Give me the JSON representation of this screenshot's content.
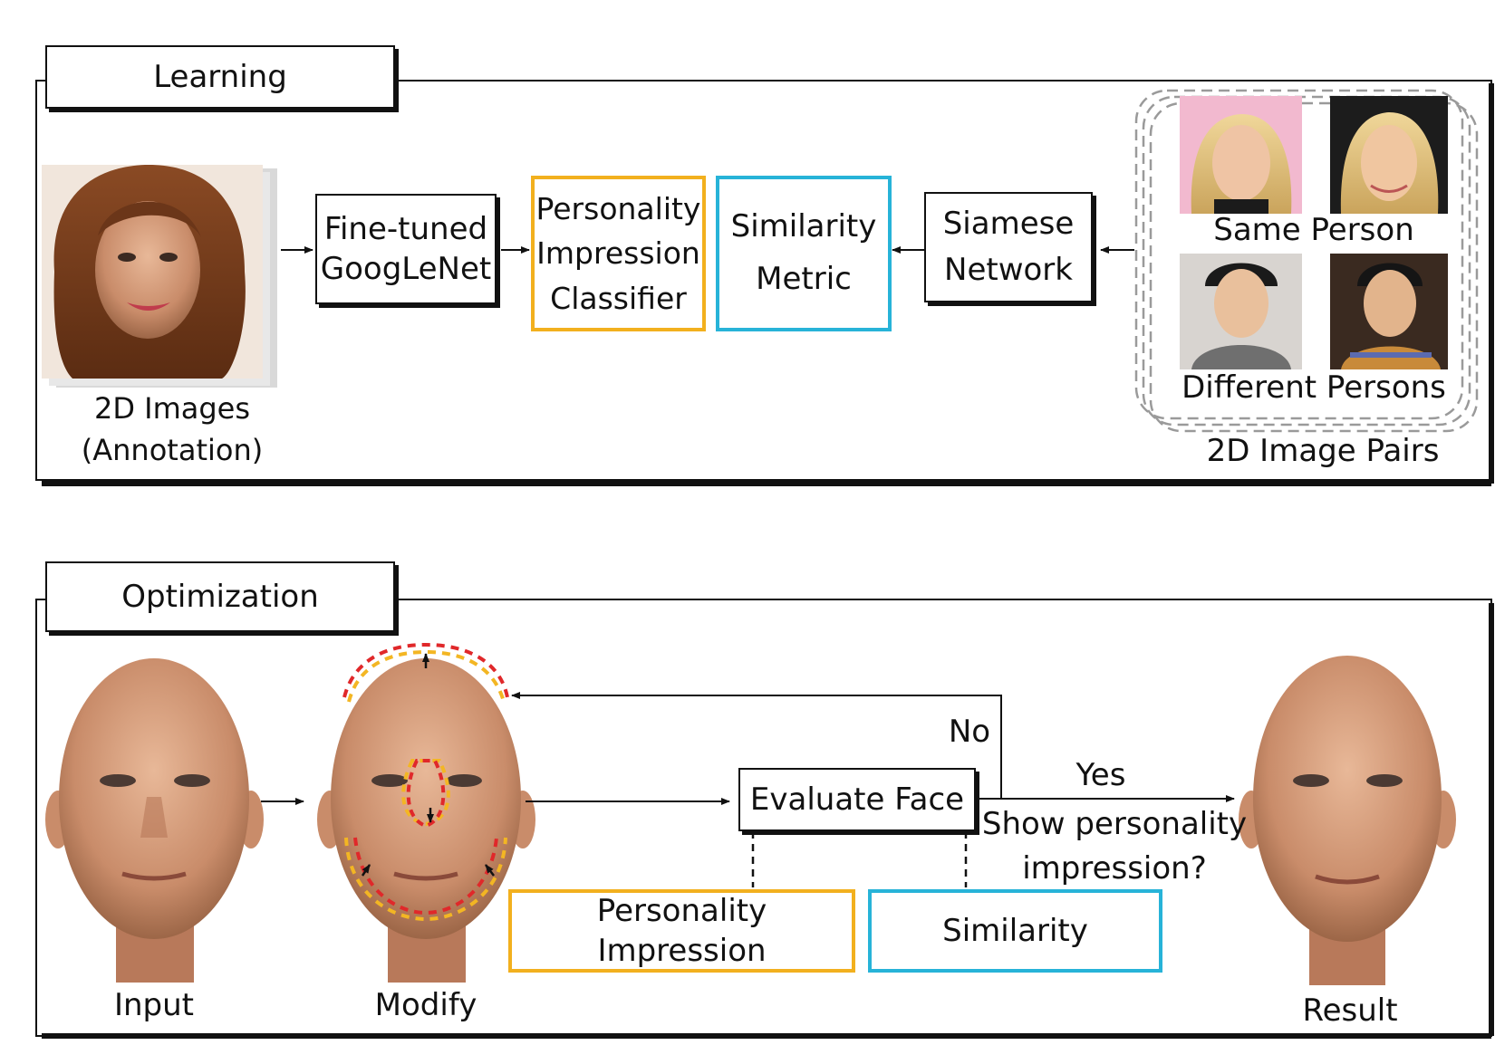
{
  "learning": {
    "panel_title": "Learning",
    "annotation_caption": [
      "2D Images",
      "(Annotation)"
    ],
    "googlenet": [
      "Fine-tuned",
      "GoogLeNet"
    ],
    "classifier": [
      "Personality",
      "Impression",
      "Classifier"
    ],
    "similarity": [
      "Similarity",
      "Metric"
    ],
    "siamese": [
      "Siamese",
      "Network"
    ],
    "same_person": "Same Person",
    "different_persons": "Different Persons",
    "pairs_caption": "2D Image Pairs"
  },
  "optimization": {
    "panel_title": "Optimization",
    "input": "Input",
    "modify": "Modify",
    "evaluate": "Evaluate Face",
    "no": "No",
    "yes": "Yes",
    "question": [
      "Show personality",
      "impression?"
    ],
    "personality_impression": "Personality Impression",
    "similarity": "Similarity",
    "result": "Result"
  },
  "colors": {
    "personality": "#f2b01e",
    "similarity": "#27b3d8",
    "line": "#111111",
    "dash_gray": "#9a9a9a",
    "contour_red": "#e0282a",
    "contour_yellow": "#f3b623"
  }
}
